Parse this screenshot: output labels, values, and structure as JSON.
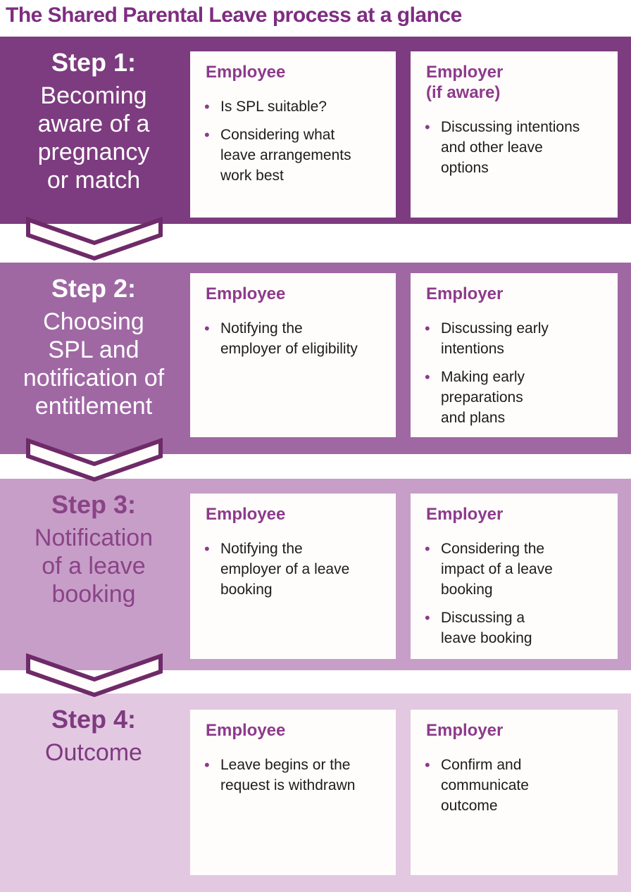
{
  "title": "The Shared Parental Leave process at a glance",
  "icons": {
    "step_connector": "chevron-down-icon"
  },
  "colors": {
    "title_text": "#7e2d81",
    "band_step1": "#7d3c7f",
    "band_step2": "#9f68a3",
    "band_step3": "#c79ec8",
    "band_step4": "#e3c8e2",
    "step1_step2_label_text": "#ffffff",
    "step3_label_text": "#8a4387",
    "step4_label_text": "#7e3a80",
    "box_background": "#fffdfb",
    "box_heading_text": "#8d3a8c",
    "bullet_dot": "#8d3a8c",
    "bullet_text": "#1c1c1c",
    "chevron_fill": "#fffdfb",
    "chevron_outline": "#6e2a69"
  },
  "steps": [
    {
      "label": "Step 1:",
      "subtitle": "Becoming\naware of a\npregnancy\nor match",
      "employee": {
        "heading": "Employee",
        "bullets": [
          "Is SPL suitable?",
          "Considering what\nleave arrangements\nwork best"
        ]
      },
      "employer": {
        "heading": "Employer\n(if aware)",
        "bullets": [
          "Discussing intentions\nand other leave\noptions"
        ]
      }
    },
    {
      "label": "Step 2:",
      "subtitle": "Choosing\nSPL and\nnotification of\nentitlement",
      "employee": {
        "heading": "Employee",
        "bullets": [
          "Notifying the\nemployer of eligibility"
        ]
      },
      "employer": {
        "heading": "Employer",
        "bullets": [
          "Discussing early\nintentions",
          "Making early\npreparations\nand plans"
        ]
      }
    },
    {
      "label": "Step 3:",
      "subtitle": "Notification\nof a leave\nbooking",
      "employee": {
        "heading": "Employee",
        "bullets": [
          "Notifying the\nemployer of a leave\nbooking"
        ]
      },
      "employer": {
        "heading": "Employer",
        "bullets": [
          "Considering the\nimpact of a leave\nbooking",
          "Discussing a\nleave booking"
        ]
      }
    },
    {
      "label": "Step 4:",
      "subtitle": "Outcome",
      "employee": {
        "heading": "Employee",
        "bullets": [
          "Leave begins or the\nrequest is withdrawn"
        ]
      },
      "employer": {
        "heading": "Employer",
        "bullets": [
          "Confirm and\ncommunicate\noutcome"
        ]
      }
    }
  ]
}
